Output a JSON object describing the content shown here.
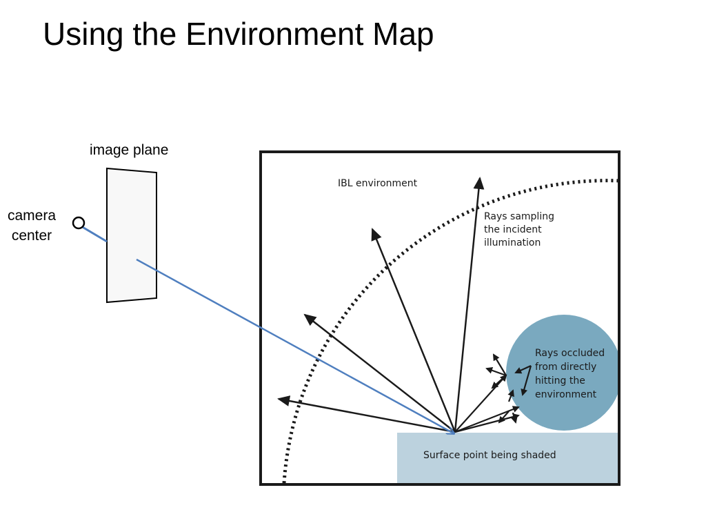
{
  "title": "Using the Environment Map",
  "labels": {
    "camera_line1": "camera",
    "camera_line2": "center",
    "image_plane": "image plane"
  },
  "figure": {
    "environment_label": "IBL environment",
    "sampling_label": [
      "Rays sampling",
      "the incident",
      "illumination"
    ],
    "occluded_label": [
      "Rays occluded",
      "from directly",
      "hitting the",
      "environment"
    ],
    "surface_label": "Surface point being shaded"
  },
  "colors": {
    "camera_ray": "#4f7fbf",
    "occluder": "#7aa9bf",
    "surface": "#bcd2de",
    "ink": "#1a1a1a"
  }
}
